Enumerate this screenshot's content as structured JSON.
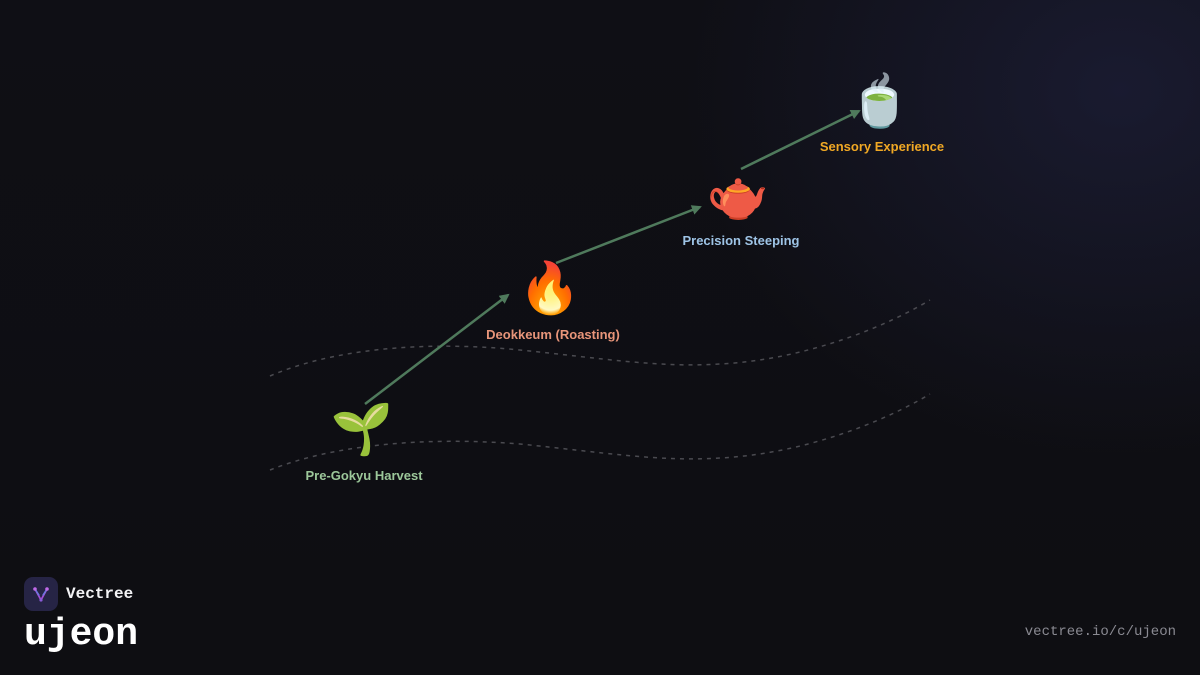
{
  "diagram": {
    "nodes": [
      {
        "id": "harvest",
        "icon": "seedling-icon",
        "glyph": "🌱",
        "label": "Pre-Gokyu Harvest",
        "color": "#9cc79a"
      },
      {
        "id": "roasting",
        "icon": "fire-icon",
        "glyph": "🔥",
        "label": "Deokkeum (Roasting)",
        "color": "#e8957a"
      },
      {
        "id": "steeping",
        "icon": "teapot-icon",
        "glyph": "🫖",
        "label": "Precision Steeping",
        "color": "#9ec4e6"
      },
      {
        "id": "sensory",
        "icon": "tea-cup-icon",
        "glyph": "🍵",
        "label": "Sensory Experience",
        "color": "#f0a824"
      }
    ],
    "edges": [
      {
        "from": "harvest",
        "to": "roasting"
      },
      {
        "from": "roasting",
        "to": "steeping"
      },
      {
        "from": "steeping",
        "to": "sensory"
      }
    ],
    "arrow_color": "#4f7a5c",
    "wave_color": "#4a4a50"
  },
  "brand": {
    "logo_icon": "vectree-logo-icon",
    "name": "Vectree",
    "channel": "ujeon"
  },
  "footer": {
    "url": "vectree.io/c/ujeon"
  }
}
